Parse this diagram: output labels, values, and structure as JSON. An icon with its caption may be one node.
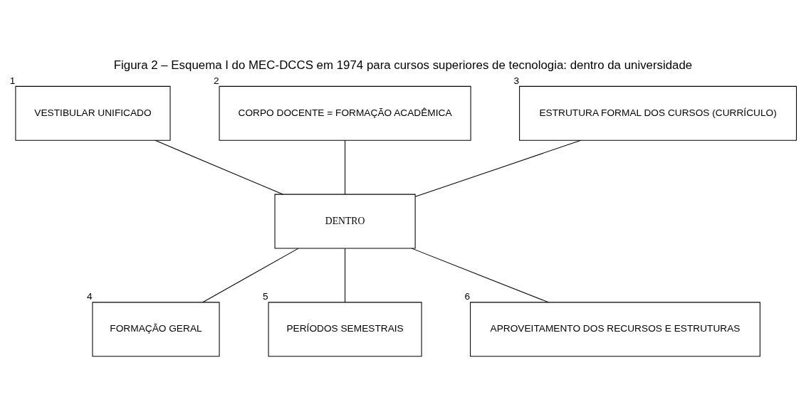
{
  "diagram": {
    "title": "Figura 2 – Esquema I do MEC-DCCS em 1974 para cursos superiores de tecnologia: dentro da universidade",
    "nodes": [
      {
        "text": [
          "VESTIBULAR UNIFICADO"
        ],
        "beside": [
          "1"
        ]
      },
      {
        "text": [
          "CORPO DOCENTE = FORMAÇÃO ACADÊMICA"
        ],
        "beside": [
          "2"
        ]
      },
      {
        "text": [
          "ESTRUTURA FORMAL DOS CURSOS (CURRÍCULO)"
        ],
        "beside": [
          "3"
        ]
      },
      {
        "text": [
          "DENTRO"
        ]
      },
      {
        "text": [
          "FORMAÇÃO GERAL"
        ],
        "beside": [
          "4"
        ]
      },
      {
        "text": [
          "PERÍODOS SEMESTRAIS"
        ],
        "beside": [
          "5"
        ]
      },
      {
        "text": [
          "APROVEITAMENTO DOS RECURSOS E ESTRUTURAS"
        ],
        "beside": [
          "6"
        ]
      }
    ],
    "edges": [
      {
        "from": 3,
        "to": 0,
        "arrow": "none"
      },
      {
        "from": 3,
        "to": 1,
        "arrow": "none"
      },
      {
        "from": 3,
        "to": 2,
        "arrow": "none"
      },
      {
        "from": 3,
        "to": 4,
        "arrow": "none"
      },
      {
        "from": 3,
        "to": 5,
        "arrow": "none"
      },
      {
        "from": 3,
        "to": 6,
        "arrow": "none"
      }
    ]
  }
}
